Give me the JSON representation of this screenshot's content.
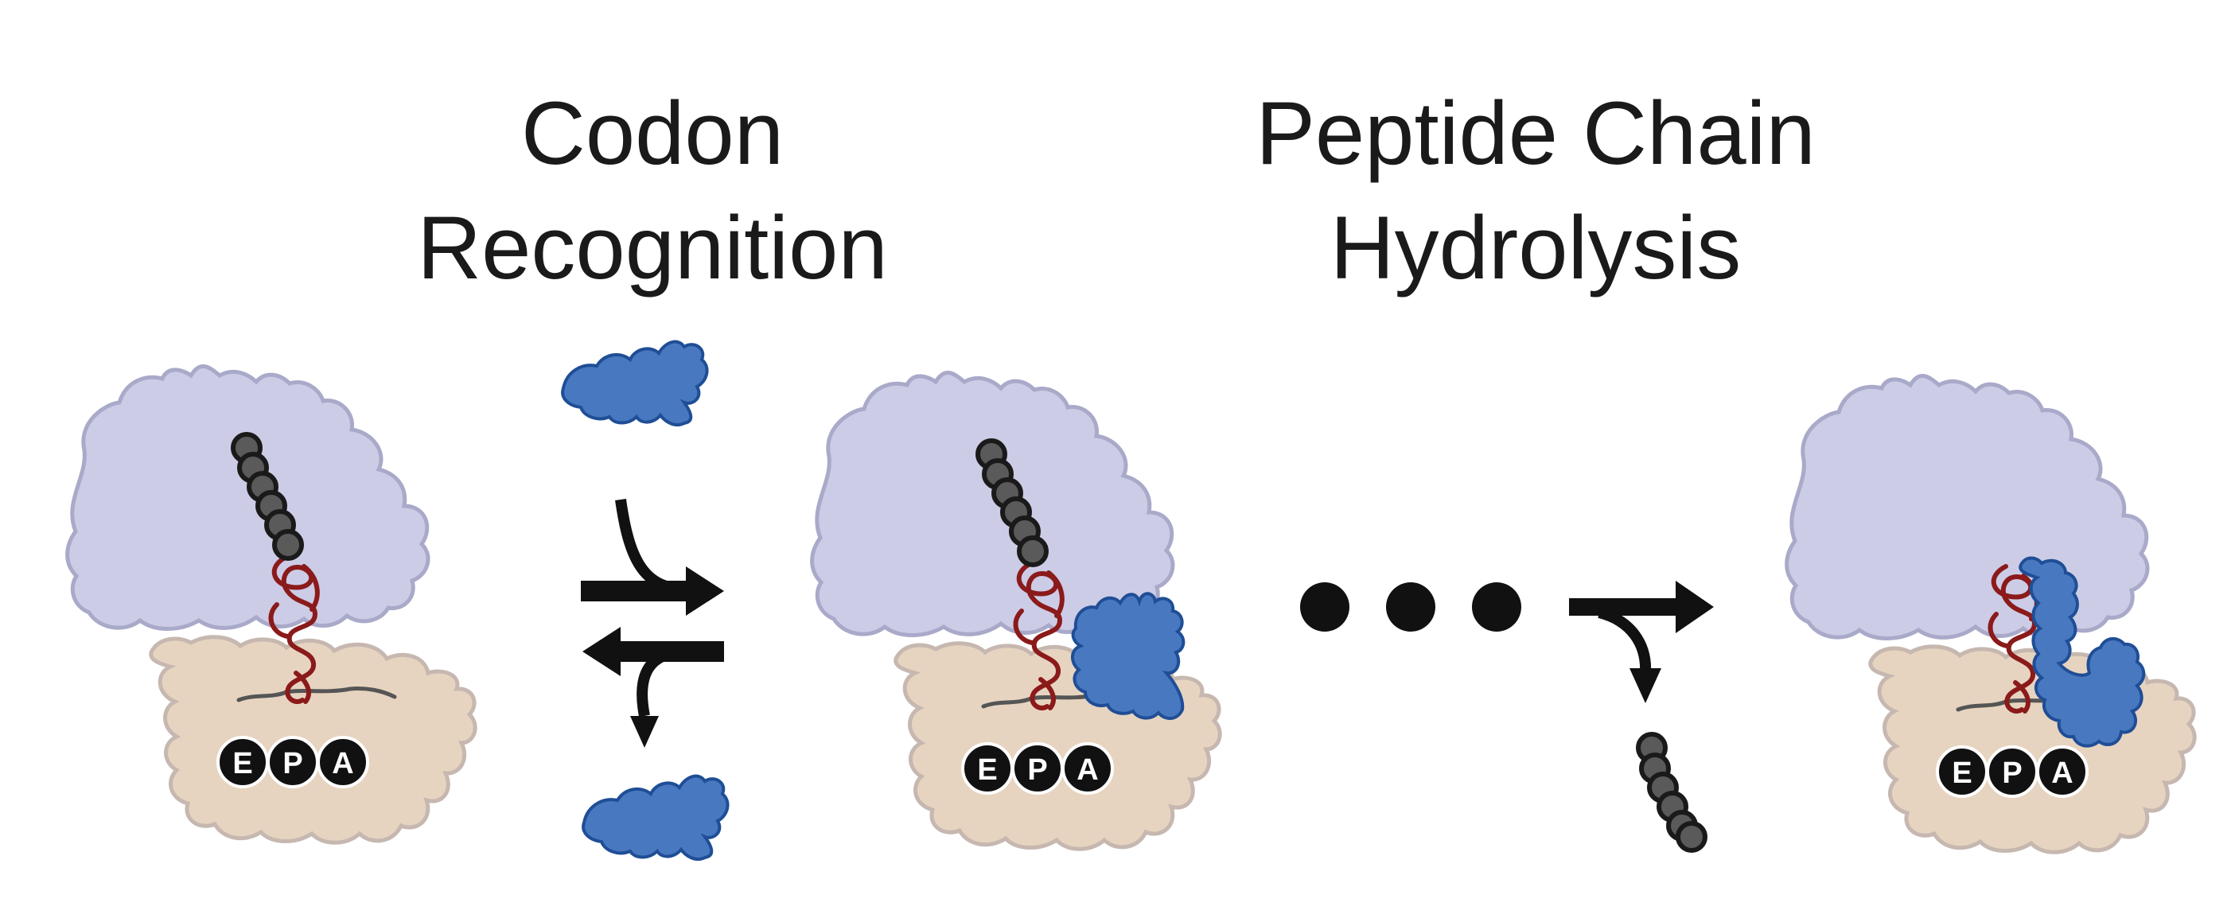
{
  "headings": {
    "codon_recognition": {
      "line1": "Codon",
      "line2": "Recognition"
    },
    "peptide_chain_hydrolysis": {
      "line1": "Peptide Chain",
      "line2": "Hydrolysis"
    }
  },
  "ribosome_sites": [
    "E",
    "P",
    "A"
  ],
  "colors": {
    "large_subunit": "#cccce6",
    "large_subunit_edge": "#a9a9c9",
    "small_subunit": "#e7d4c0",
    "small_subunit_edge": "#c6b8b0",
    "release_factor": "#4878bf",
    "release_factor_edge": "#1f4e96",
    "trna": "#8b1a1a",
    "mrna": "#555555",
    "peptide_bead": "#5a5a5a",
    "peptide_bead_edge": "#1a1a1a",
    "arrow": "#111111",
    "site_badge": "#111111"
  }
}
